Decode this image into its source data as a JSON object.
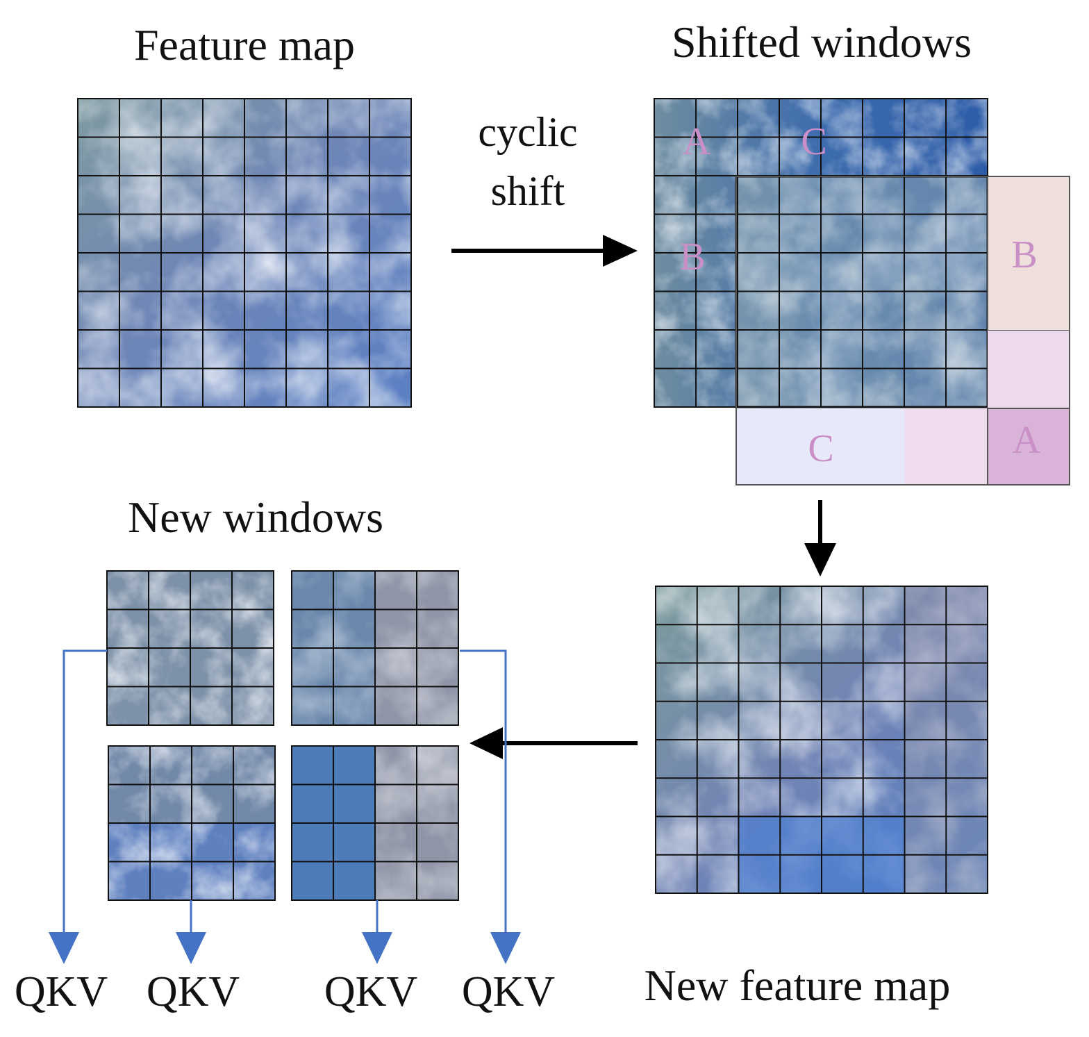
{
  "labels": {
    "feature_map": "Feature map",
    "shifted_windows": "Shifted windows",
    "cyclic_shift_line1": "cyclic",
    "cyclic_shift_line2": "shift",
    "new_windows": "New windows",
    "new_feature_map": "New feature map",
    "qkv": [
      "QKV",
      "QKV",
      "QKV",
      "QKV"
    ]
  },
  "regions": {
    "inner": {
      "a": "A",
      "b": "B",
      "c": "C"
    },
    "moved": {
      "b": "B",
      "c": "C",
      "a": "A"
    }
  },
  "colors": {
    "blue_arrow": "#4472c4",
    "region_b": "#efe0dd",
    "region_pink": "#ecd9ec",
    "region_c": "#e7e9fa",
    "region_a": "#d9b4d8",
    "letter": "#c98fc6",
    "grid_line": "#111111"
  }
}
